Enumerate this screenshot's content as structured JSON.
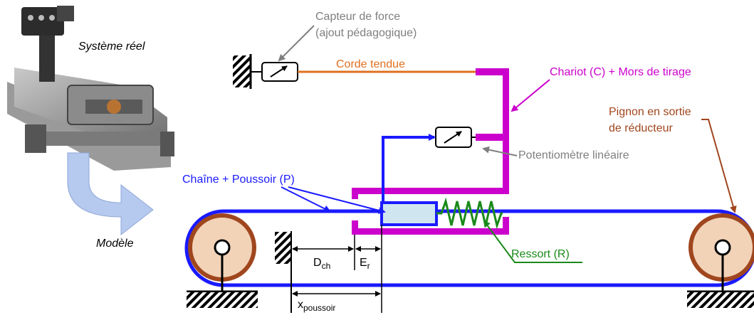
{
  "labels": {
    "systeme_reel": "Système réel",
    "modele": "Modèle",
    "capteur_force_l1": "Capteur de force",
    "capteur_force_l2": "(ajout pédagogique)",
    "corde_tendue": "Corde tendue",
    "chariot": "Chariot (C) + Mors de tirage",
    "pignon_l1": "Pignon en sortie",
    "pignon_l2": "de réducteur",
    "potentiometre": "Potentiomètre linéaire",
    "chaine_poussoir": "Chaîne + Poussoir (P)",
    "ressort": "Ressort (R)",
    "d_ch_main": "D",
    "d_ch_sub": "ch",
    "e_r_main": "E",
    "e_r_sub": "r",
    "x_main": "x",
    "x_sub": "poussoir"
  },
  "colors": {
    "chain_blue": "#1a1aff",
    "chariot_magenta": "#cc00cc",
    "cord_orange": "#e07020",
    "label_gray": "#7f7f7f",
    "spring_green": "#1a8a1a",
    "pinion_brown": "#a0461e",
    "pulley_fill": "#f2d3b8",
    "pusher_fill": "#cfe6f0",
    "arrow_fill": "#b6c9ee"
  }
}
